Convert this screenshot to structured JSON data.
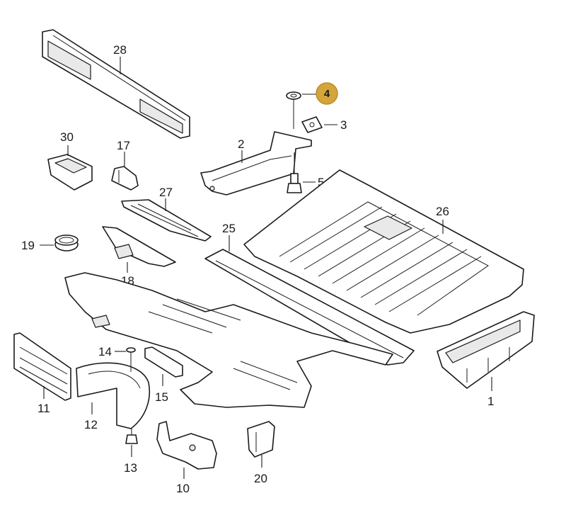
{
  "highlight_color": "#d4a63a",
  "highlighted_part": "4",
  "callouts": {
    "p1": "1",
    "p2": "2",
    "p3": "3",
    "p4": "4",
    "p5": "5",
    "p10": "10",
    "p11": "11",
    "p12": "12",
    "p13": "13",
    "p14": "14",
    "p15": "15",
    "p17": "17",
    "p18": "18",
    "p19": "19",
    "p20": "20",
    "p25": "25",
    "p26": "26",
    "p27": "27",
    "p28": "28",
    "p30": "30"
  }
}
